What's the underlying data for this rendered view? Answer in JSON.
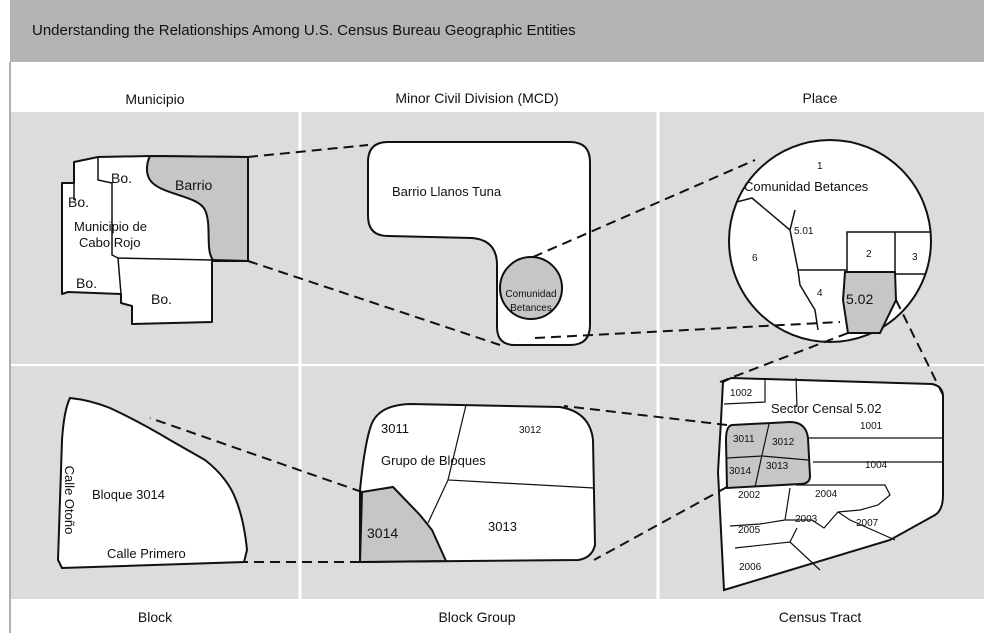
{
  "header": {
    "title": "Understanding the Relationships Among U.S. Census Bureau Geographic Entities"
  },
  "panels": {
    "municipio": "Municipio",
    "mcd": "Minor Civil Division (MCD)",
    "place": "Place",
    "block": "Block",
    "block_group": "Block Group",
    "census_tract": "Census Tract"
  },
  "municipio_map": {
    "bo_top": "Bo.",
    "barrio": "Barrio",
    "bo_left": "Bo.",
    "name_line1": "Municipio de",
    "name_line2": "Cabo Rojo",
    "bo_bottom_left": "Bo.",
    "bo_bottom_right": "Bo."
  },
  "mcd_map": {
    "barrio_name": "Barrio Llanos Tuna",
    "comunidad_line1": "Comunidad",
    "comunidad_line2": "Betances"
  },
  "place_map": {
    "tract_1": "1",
    "name": "Comunidad Betances",
    "tract_501": "5.01",
    "tract_6": "6",
    "tract_2": "2",
    "tract_3": "3",
    "tract_4": "4",
    "tract_502": "5.02"
  },
  "block_map": {
    "street_vertical": "Calle Otoño",
    "block_name": "Bloque 3014",
    "street_bottom": "Calle Primero"
  },
  "block_group_map": {
    "b3011": "3011",
    "b3012": "3012",
    "name": "Grupo de Bloques",
    "b3014": "3014",
    "b3013": "3013"
  },
  "census_tract_map": {
    "b1002": "1002",
    "name": "Sector Censal 5.02",
    "b1001": "1001",
    "b3011": "3011",
    "b3012": "3012",
    "b3014": "3014",
    "b3013": "3013",
    "b1004": "1004",
    "b2002": "2002",
    "b2004": "2004",
    "b2003": "2003",
    "b2005": "2005",
    "b2007": "2007",
    "b2006": "2006"
  },
  "colors": {
    "header": "#b3b3b3",
    "panel": "#dcdcdc",
    "highlight": "#c6c6c6",
    "stroke": "#111111"
  }
}
